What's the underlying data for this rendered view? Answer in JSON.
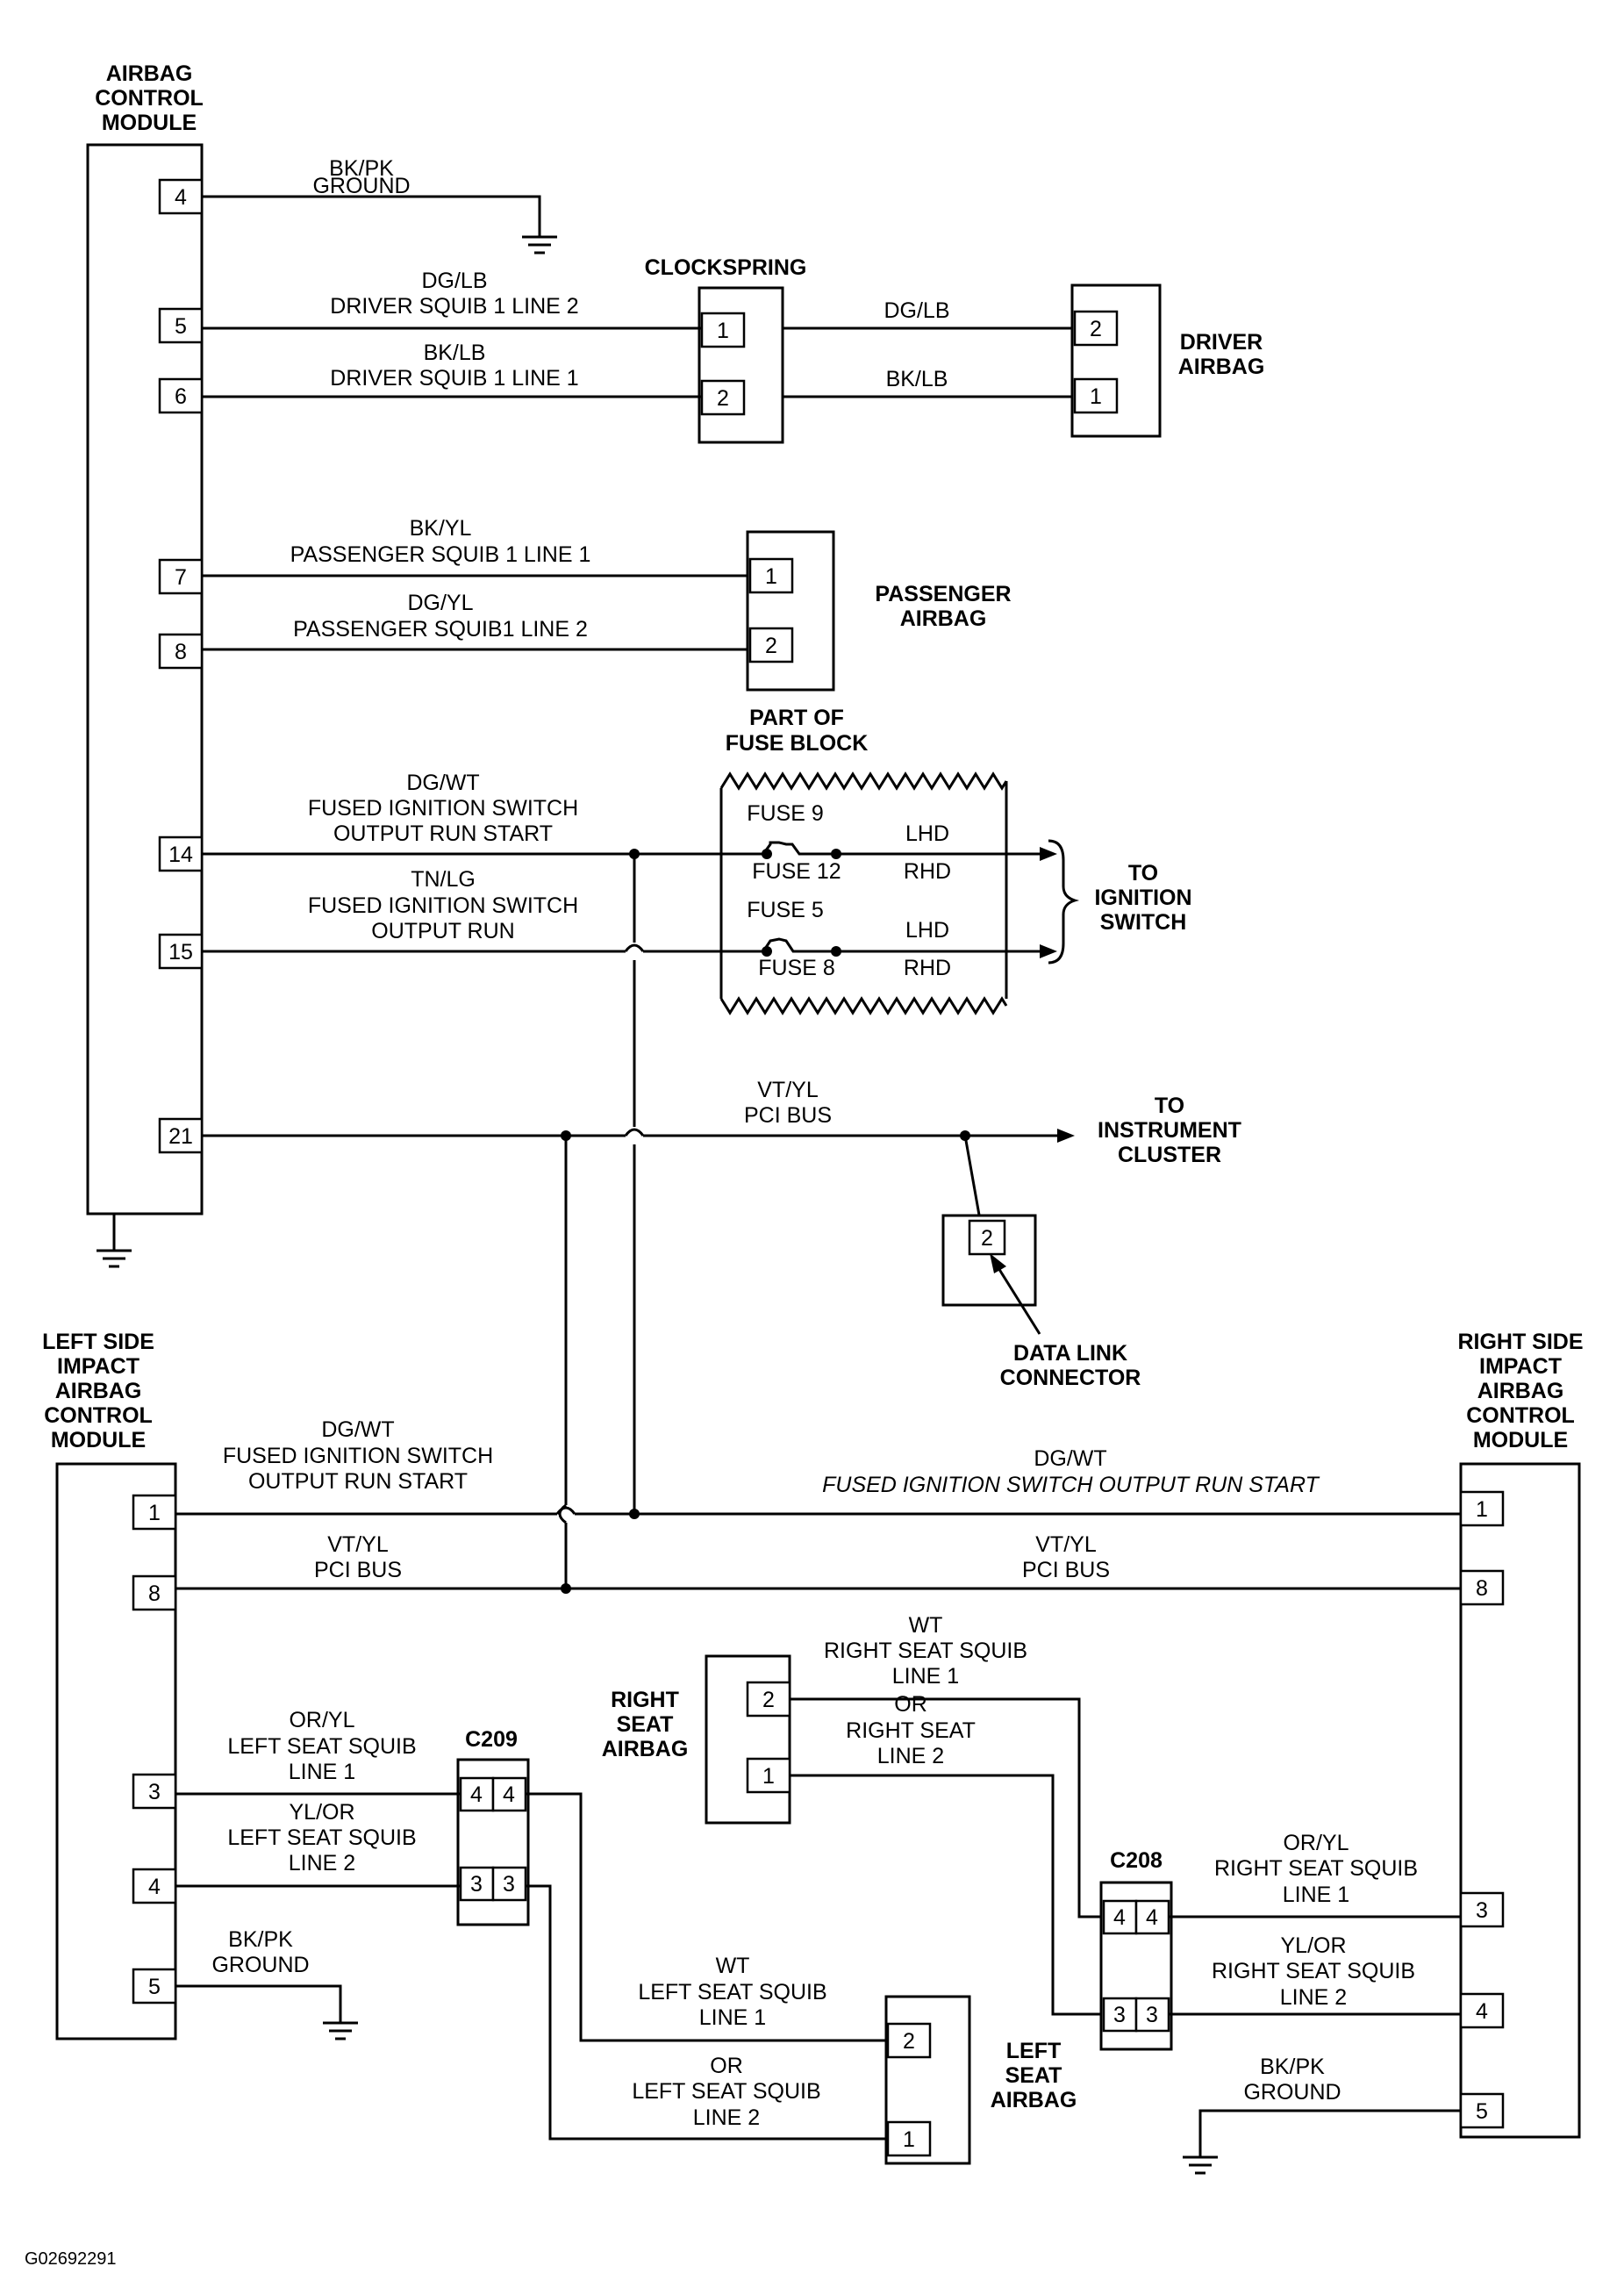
{
  "components": {
    "acm": [
      "AIRBAG",
      "CONTROL",
      "MODULE"
    ],
    "clockspring": "CLOCKSPRING",
    "driver_airbag": [
      "DRIVER",
      "AIRBAG"
    ],
    "passenger_airbag": [
      "PASSENGER",
      "AIRBAG"
    ],
    "fuse_block": [
      "PART OF",
      "FUSE BLOCK"
    ],
    "to_ignition": [
      "TO",
      "IGNITION",
      "SWITCH"
    ],
    "to_cluster": [
      "TO",
      "INSTRUMENT",
      "CLUSTER"
    ],
    "dlc": [
      "DATA LINK",
      "CONNECTOR"
    ],
    "left_side_module": [
      "LEFT SIDE",
      "IMPACT",
      "AIRBAG",
      "CONTROL",
      "MODULE"
    ],
    "right_side_module": [
      "RIGHT SIDE",
      "IMPACT",
      "AIRBAG",
      "CONTROL",
      "MODULE"
    ],
    "right_seat_airbag": [
      "RIGHT",
      "SEAT",
      "AIRBAG"
    ],
    "left_seat_airbag": [
      "LEFT",
      "SEAT",
      "AIRBAG"
    ],
    "c209": "C209",
    "c208": "C208",
    "figure_id": "G02692291"
  },
  "pins": {
    "acm": [
      "4",
      "5",
      "6",
      "7",
      "8",
      "14",
      "15",
      "21"
    ],
    "clockspring": [
      "1",
      "2"
    ],
    "driver_airbag": [
      "2",
      "1"
    ],
    "passenger_airbag": [
      "1",
      "2"
    ],
    "dlc": "2",
    "left_module": [
      "1",
      "8",
      "3",
      "4",
      "5"
    ],
    "right_module": [
      "1",
      "8",
      "3",
      "4",
      "5"
    ],
    "right_seat_airbag": [
      "2",
      "1"
    ],
    "left_seat_airbag": [
      "2",
      "1"
    ],
    "c209": [
      "4",
      "4",
      "3",
      "3"
    ],
    "c208": [
      "4",
      "4",
      "3",
      "3"
    ]
  },
  "wires": {
    "ground_top": [
      "BK/PK",
      "GROUND"
    ],
    "drv_line2": [
      "DG/LB",
      "DRIVER SQUIB 1 LINE 2"
    ],
    "drv_line1": [
      "BK/LB",
      "DRIVER SQUIB 1 LINE 1"
    ],
    "cs_dglb": "DG/LB",
    "cs_bklb": "BK/LB",
    "pass_line1": [
      "BK/YL",
      "PASSENGER SQUIB 1 LINE 1"
    ],
    "pass_line2": [
      "DG/YL",
      "PASSENGER SQUIB1 LINE 2"
    ],
    "ign_run_start": [
      "DG/WT",
      "FUSED IGNITION SWITCH",
      "OUTPUT RUN START"
    ],
    "ign_run": [
      "TN/LG",
      "FUSED IGNITION SWITCH",
      "OUTPUT RUN"
    ],
    "fuses": [
      "FUSE  9",
      "FUSE  12",
      "FUSE  5",
      "FUSE  8"
    ],
    "hand": [
      "LHD",
      "RHD",
      "LHD",
      "RHD"
    ],
    "pci_top": [
      "VT/YL",
      "PCI BUS"
    ],
    "left_ign": [
      "DG/WT",
      "FUSED IGNITION SWITCH",
      "OUTPUT RUN START"
    ],
    "right_ign": [
      "DG/WT",
      "FUSED IGNITION SWITCH OUTPUT RUN START"
    ],
    "left_pci": [
      "VT/YL",
      "PCI BUS"
    ],
    "right_pci": [
      "VT/YL",
      "PCI BUS"
    ],
    "rs_wt": [
      "WT",
      "RIGHT SEAT SQUIB",
      "LINE 1"
    ],
    "rs_or": [
      "OR",
      "RIGHT SEAT",
      "LINE 2"
    ],
    "ls_oryl": [
      "OR/YL",
      "LEFT SEAT SQUIB",
      "LINE 1"
    ],
    "ls_ylor": [
      "YL/OR",
      "LEFT SEAT SQUIB",
      "LINE 2"
    ],
    "ground_left": [
      "BK/PK",
      "GROUND"
    ],
    "rs_oryl": [
      "OR/YL",
      "RIGHT SEAT SQUIB",
      "LINE 1"
    ],
    "rs_ylor": [
      "YL/OR",
      "RIGHT SEAT SQUIB",
      "LINE 2"
    ],
    "ls_wt": [
      "WT",
      "LEFT SEAT SQUIB",
      "LINE 1"
    ],
    "ls_or": [
      "OR",
      "LEFT SEAT SQUIB",
      "LINE 2"
    ],
    "ground_right": [
      "BK/PK",
      "GROUND"
    ]
  }
}
